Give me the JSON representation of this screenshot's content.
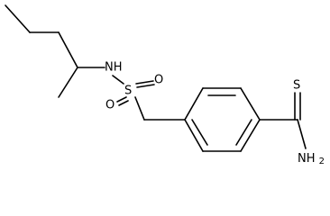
{
  "molecule": {
    "atoms": {
      "nitrogen": "NH",
      "sulfur": "S",
      "oxygen_1": "O",
      "oxygen_2": "O",
      "thione_sulfur": "S",
      "amide_group": "NH",
      "amide_subscript": "2"
    }
  },
  "colors": {
    "bond": "#000000",
    "text": "#000000",
    "background": "#ffffff"
  }
}
